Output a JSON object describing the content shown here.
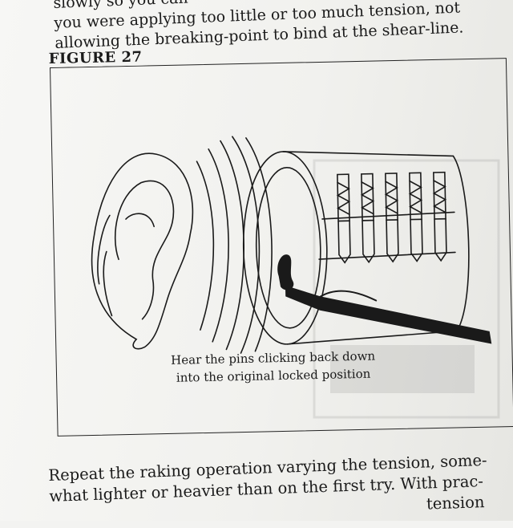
{
  "top_text": {
    "line1": "slowly so you can",
    "line2": "you were applying too little or too much tension, not",
    "line3": "allowing the breaking-point to bind at the shear-line."
  },
  "figure": {
    "label": "FIGURE 27",
    "caption_line1": "Hear the pins clicking back down",
    "caption_line2": "into the original locked position"
  },
  "bottom_text": {
    "line1": "Repeat the raking operation varying the tension, some-",
    "line2": "what lighter or heavier than on the first try. With prac-",
    "line3": "tension"
  }
}
